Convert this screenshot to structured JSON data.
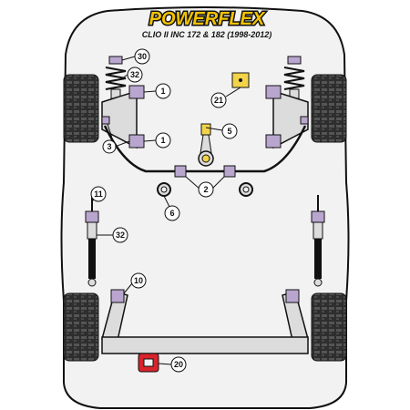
{
  "brand": {
    "logo_text": "POWERFLEX",
    "logo_color": "#f2c200",
    "logo_outline": "#111111"
  },
  "title": "CLIO II INC 172 & 182 (1998-2012)",
  "colors": {
    "body": "#f2f2f2",
    "outline": "#111111",
    "tyre": "#3a3a3a",
    "bush_purple": "#b9a6cf",
    "bush_yellow": "#f2d34a",
    "bush_red": "#d8242b",
    "metal": "#dcdcdc"
  },
  "callouts": [
    {
      "id": "c30",
      "number": "30"
    },
    {
      "id": "c32a",
      "number": "32"
    },
    {
      "id": "c1a",
      "number": "1"
    },
    {
      "id": "c21",
      "number": "21"
    },
    {
      "id": "c1b",
      "number": "1"
    },
    {
      "id": "c3",
      "number": "3"
    },
    {
      "id": "c5",
      "number": "5"
    },
    {
      "id": "c2",
      "number": "2"
    },
    {
      "id": "c6",
      "number": "6"
    },
    {
      "id": "c11",
      "number": "11"
    },
    {
      "id": "c32b",
      "number": "32"
    },
    {
      "id": "c10",
      "number": "10"
    },
    {
      "id": "c20",
      "number": "20"
    }
  ]
}
